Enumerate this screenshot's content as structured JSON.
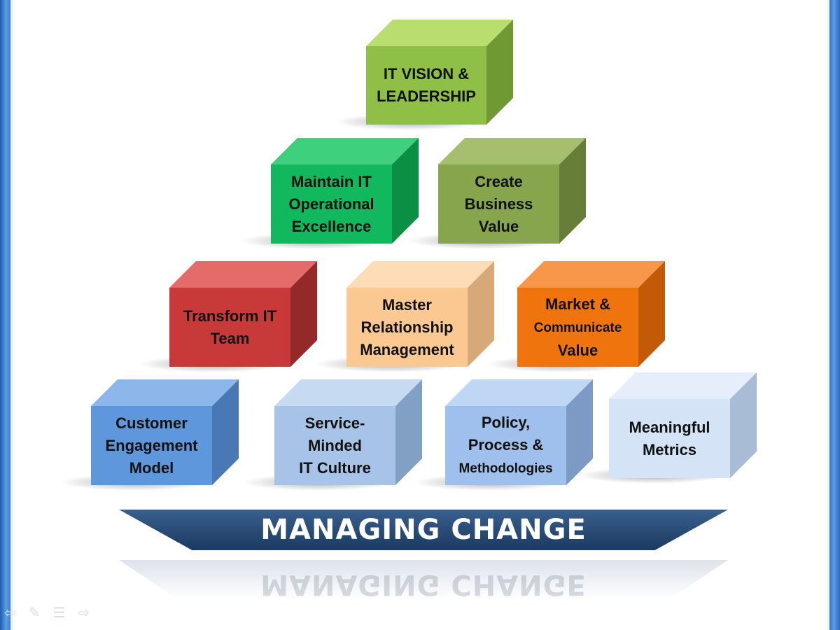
{
  "blocks": [
    {
      "id": "vision",
      "lines": [
        "IT VISION &",
        "LEADERSHIP"
      ],
      "front": "#8fbf47",
      "top": "#b9dd6f",
      "side": "#6f9a33"
    },
    {
      "id": "maintain",
      "lines": [
        "Maintain IT",
        "Operational",
        "Excellence"
      ],
      "front": "#12b85e",
      "top": "#3fd07e",
      "side": "#0a8f45"
    },
    {
      "id": "create",
      "lines": [
        "Create",
        "Business",
        "Value"
      ],
      "front": "#86a54d",
      "top": "#a5bf6e",
      "side": "#667e37"
    },
    {
      "id": "transform",
      "lines": [
        "Transform IT",
        "Team"
      ],
      "front": "#c83a3a",
      "top": "#e56a6a",
      "side": "#952828"
    },
    {
      "id": "master",
      "lines": [
        "Master",
        "Relationship",
        "Management"
      ],
      "front": "#fac890",
      "top": "#fddcb7",
      "side": "#d7a979"
    },
    {
      "id": "market",
      "lines": [
        "Market &",
        "Communicate",
        "Value"
      ],
      "front": "#f0740e",
      "top": "#f8964a",
      "side": "#c25a08"
    },
    {
      "id": "customer",
      "lines": [
        "Customer",
        "Engagement",
        "Model"
      ],
      "front": "#5f97dd",
      "top": "#8db7ea",
      "side": "#4a78b4"
    },
    {
      "id": "service",
      "lines": [
        "Service-",
        "Minded",
        "IT Culture"
      ],
      "front": "#a7c4e8",
      "top": "#c6daf2",
      "side": "#829fc4"
    },
    {
      "id": "policy",
      "lines": [
        "Policy,",
        "Process &",
        "Methodologies"
      ],
      "front": "#9fc0ec",
      "top": "#bfd6f4",
      "side": "#7d9ac4"
    },
    {
      "id": "metrics",
      "lines": [
        "Meaningful",
        "Metrics"
      ],
      "front": "#d4e3f6",
      "top": "#e5eefa",
      "side": "#a9bcd6"
    }
  ],
  "banner": {
    "text": "MANAGING CHANGE",
    "color": "#1f3f66"
  }
}
